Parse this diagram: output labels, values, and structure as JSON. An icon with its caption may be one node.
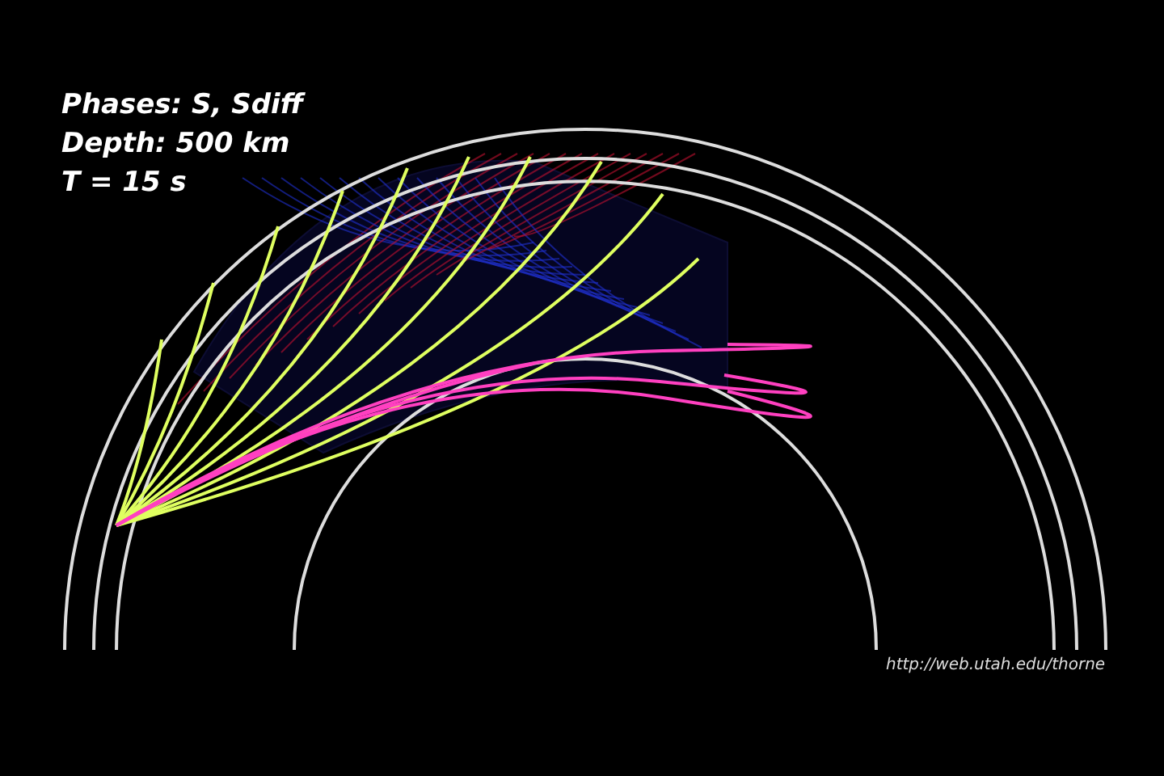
{
  "diagram": {
    "labels": [
      "Phases: S, Sdiff",
      "Depth: 500 km",
      "T = 15 s",
      "http://web.utah.edu/thorne"
    ]
  }
}
